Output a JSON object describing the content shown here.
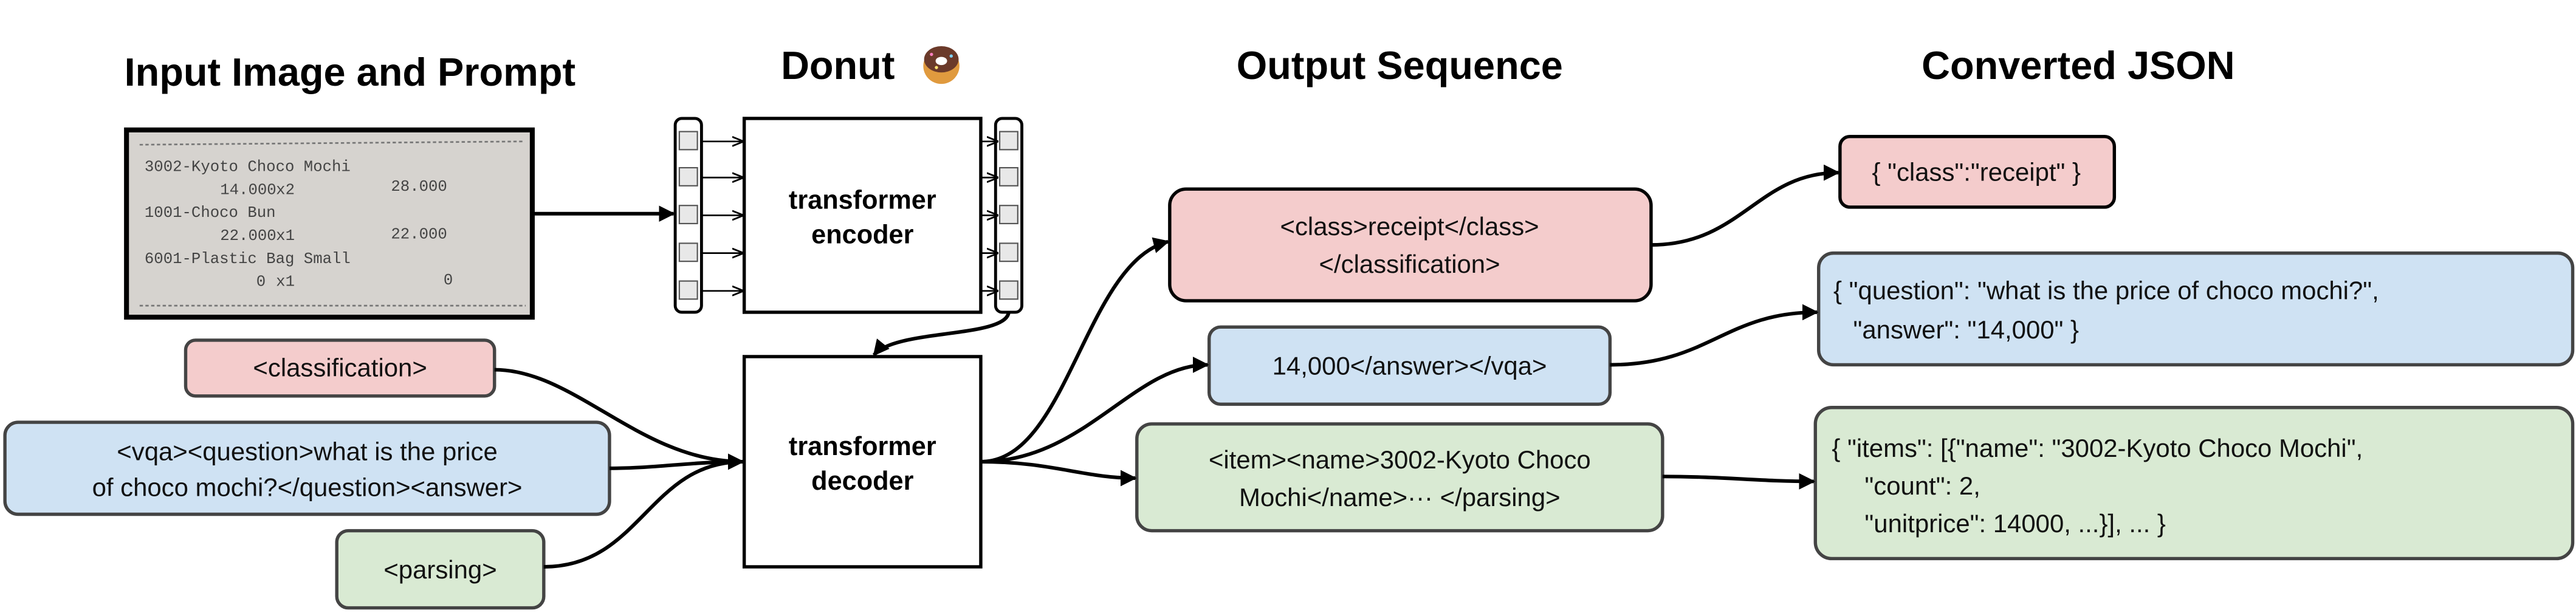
{
  "titles": {
    "input": "Input Image and Prompt",
    "donut": "Donut",
    "output": "Output Sequence",
    "json": "Converted JSON"
  },
  "donut_icon": "donut-emoji-icon",
  "receipt": {
    "lines": [
      {
        "left": "3002-Kyoto Choco Mochi",
        "qty": "",
        "total": ""
      },
      {
        "left": "14.000",
        "qty": "x2",
        "total": "28.000"
      },
      {
        "left": "1001-Choco Bun",
        "qty": "",
        "total": ""
      },
      {
        "left": "22.000",
        "qty": "x1",
        "total": "22.000"
      },
      {
        "left": "6001-Plastic Bag Small",
        "qty": "",
        "total": ""
      },
      {
        "left": "0",
        "qty": "x1",
        "total": "0"
      }
    ]
  },
  "encoder": {
    "line1": "transformer",
    "line2": "encoder"
  },
  "decoder": {
    "line1": "transformer",
    "line2": "decoder"
  },
  "prompts": {
    "classification": "<classification>",
    "vqa_line1": "<vqa><question>what is the price",
    "vqa_line2": "of choco mochi?</question><answer>",
    "parsing": "<parsing>"
  },
  "outputs": {
    "class_line1": "<class>receipt</class>",
    "class_line2": "</classification>",
    "vqa": "14,000</answer></vqa>",
    "parse_line1": "<item><name>3002-Kyoto Choco",
    "parse_line2": "Mochi</name>··· </parsing>"
  },
  "json_out": {
    "class": "{ \"class\":\"receipt\" }",
    "vqa_line1": "{ \"question\": \"what is the price of choco mochi?\",",
    "vqa_line2": "\"answer\": \"14,000\" }",
    "parse_line1": "{ \"items\": [{\"name\": \"3002-Kyoto Choco Mochi\",",
    "parse_line2": "\"count\": 2,",
    "parse_line3": "\"unitprice\": 14000, ...}], ... }"
  },
  "colors": {
    "pink": "#f4cccc",
    "blue": "#cfe2f3",
    "green": "#d9ead3",
    "token": "#e8e8e8",
    "receipt": "#d6d3cf"
  }
}
